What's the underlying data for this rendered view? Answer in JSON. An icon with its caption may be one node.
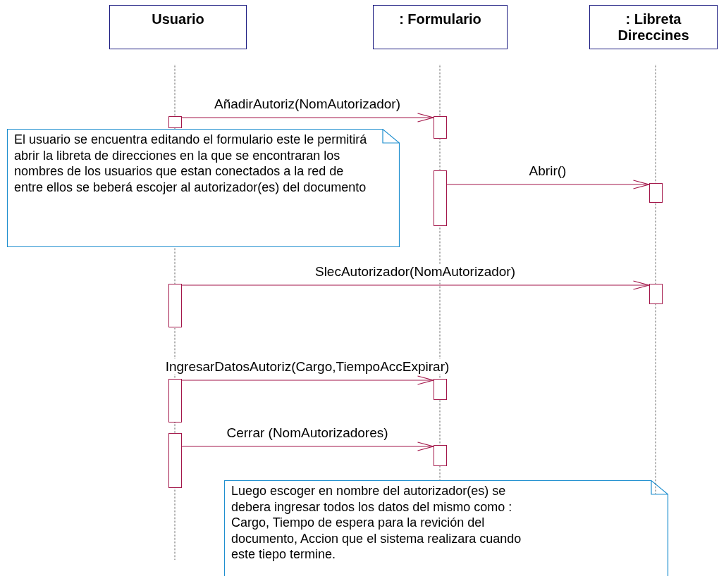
{
  "diagram": {
    "nodes": [
      {
        "text": [
          "Usuario"
        ]
      },
      {
        "text": [
          ": Formulario"
        ]
      },
      {
        "text": [
          ": Libreta Direccines"
        ]
      },
      {
        "text": [],
        "shape": "bar"
      },
      {
        "text": [],
        "shape": "bar"
      },
      {
        "text": [
          "El usuario se encuentra editando el formulario este le permitirá abrir la libreta de direcciones en la que se encontraran los nombres de los usuarios que estan conectados a la red de entre ellos se beberá escojer al autorizador(es) del documento"
        ]
      },
      {
        "text": [],
        "shape": "bar"
      },
      {
        "text": [],
        "shape": "bar"
      },
      {
        "text": [],
        "shape": "bar"
      },
      {
        "text": [],
        "shape": "bar"
      },
      {
        "text": [],
        "shape": "bar"
      },
      {
        "text": [],
        "shape": "bar"
      },
      {
        "text": [],
        "shape": "bar"
      },
      {
        "text": [],
        "shape": "bar"
      },
      {
        "text": [
          "Luego escoger en nombre del autorizador(es) se debera ingresar todos los datos del mismo como : Cargo, Tiempo de espera para la revición del documento, Accion que el sistema realizara cuando este tiepo termine."
        ]
      }
    ],
    "edges": [
      {
        "from": 3,
        "to": 4,
        "arrow": "to",
        "label": "AñadirAutoriz(NomAutorizador)"
      },
      {
        "from": 6,
        "to": 7,
        "arrow": "to",
        "label": "Abrir()"
      },
      {
        "from": 8,
        "to": 9,
        "arrow": "to",
        "label": "SlecAutorizador(NomAutorizador)"
      },
      {
        "from": 10,
        "to": 11,
        "arrow": "to",
        "label": "IngresarDatosAutoriz(Cargo,TiempoAccExpirar)"
      },
      {
        "from": 12,
        "to": 13,
        "arrow": "to",
        "label": "Cerrar (NomAutorizadores)"
      }
    ]
  }
}
